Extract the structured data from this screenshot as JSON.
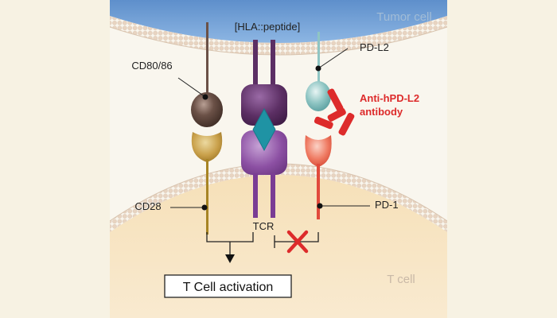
{
  "colors": {
    "background": "#f7f2e3",
    "panel": "#f9f6ee",
    "tumor_cell": "#6f9fd6",
    "tumor_label": "#9fb8d2",
    "t_cell": "#f6dfb7",
    "t_cell_label": "#c9b9a7",
    "membrane_bead": "#e4cdb8",
    "cd80": "#6b5147",
    "cd28": "#a78424",
    "tcr_dark": "#5c2f64",
    "tcr_light": "#8c50a3",
    "peptide": "#1f93a4",
    "pdl2": "#8fc5c3",
    "pd1": "#e14a3c",
    "antibody": "#dd2b2b"
  },
  "labels": {
    "tumor_cell": "Tumor cell",
    "t_cell": "T cell",
    "hla_peptide": "[HLA::peptide]",
    "cd80_86": "CD80/86",
    "pd_l2": "PD-L2",
    "antibody_line1": "Anti-hPD-L2",
    "antibody_line2": "antibody",
    "cd28": "CD28",
    "tcr": "TCR",
    "pd_1": "PD-1",
    "activation": "T Cell activation"
  },
  "icons": {
    "inhibition": "x-mark-icon",
    "activation_arrow": "arrow-down-icon"
  }
}
